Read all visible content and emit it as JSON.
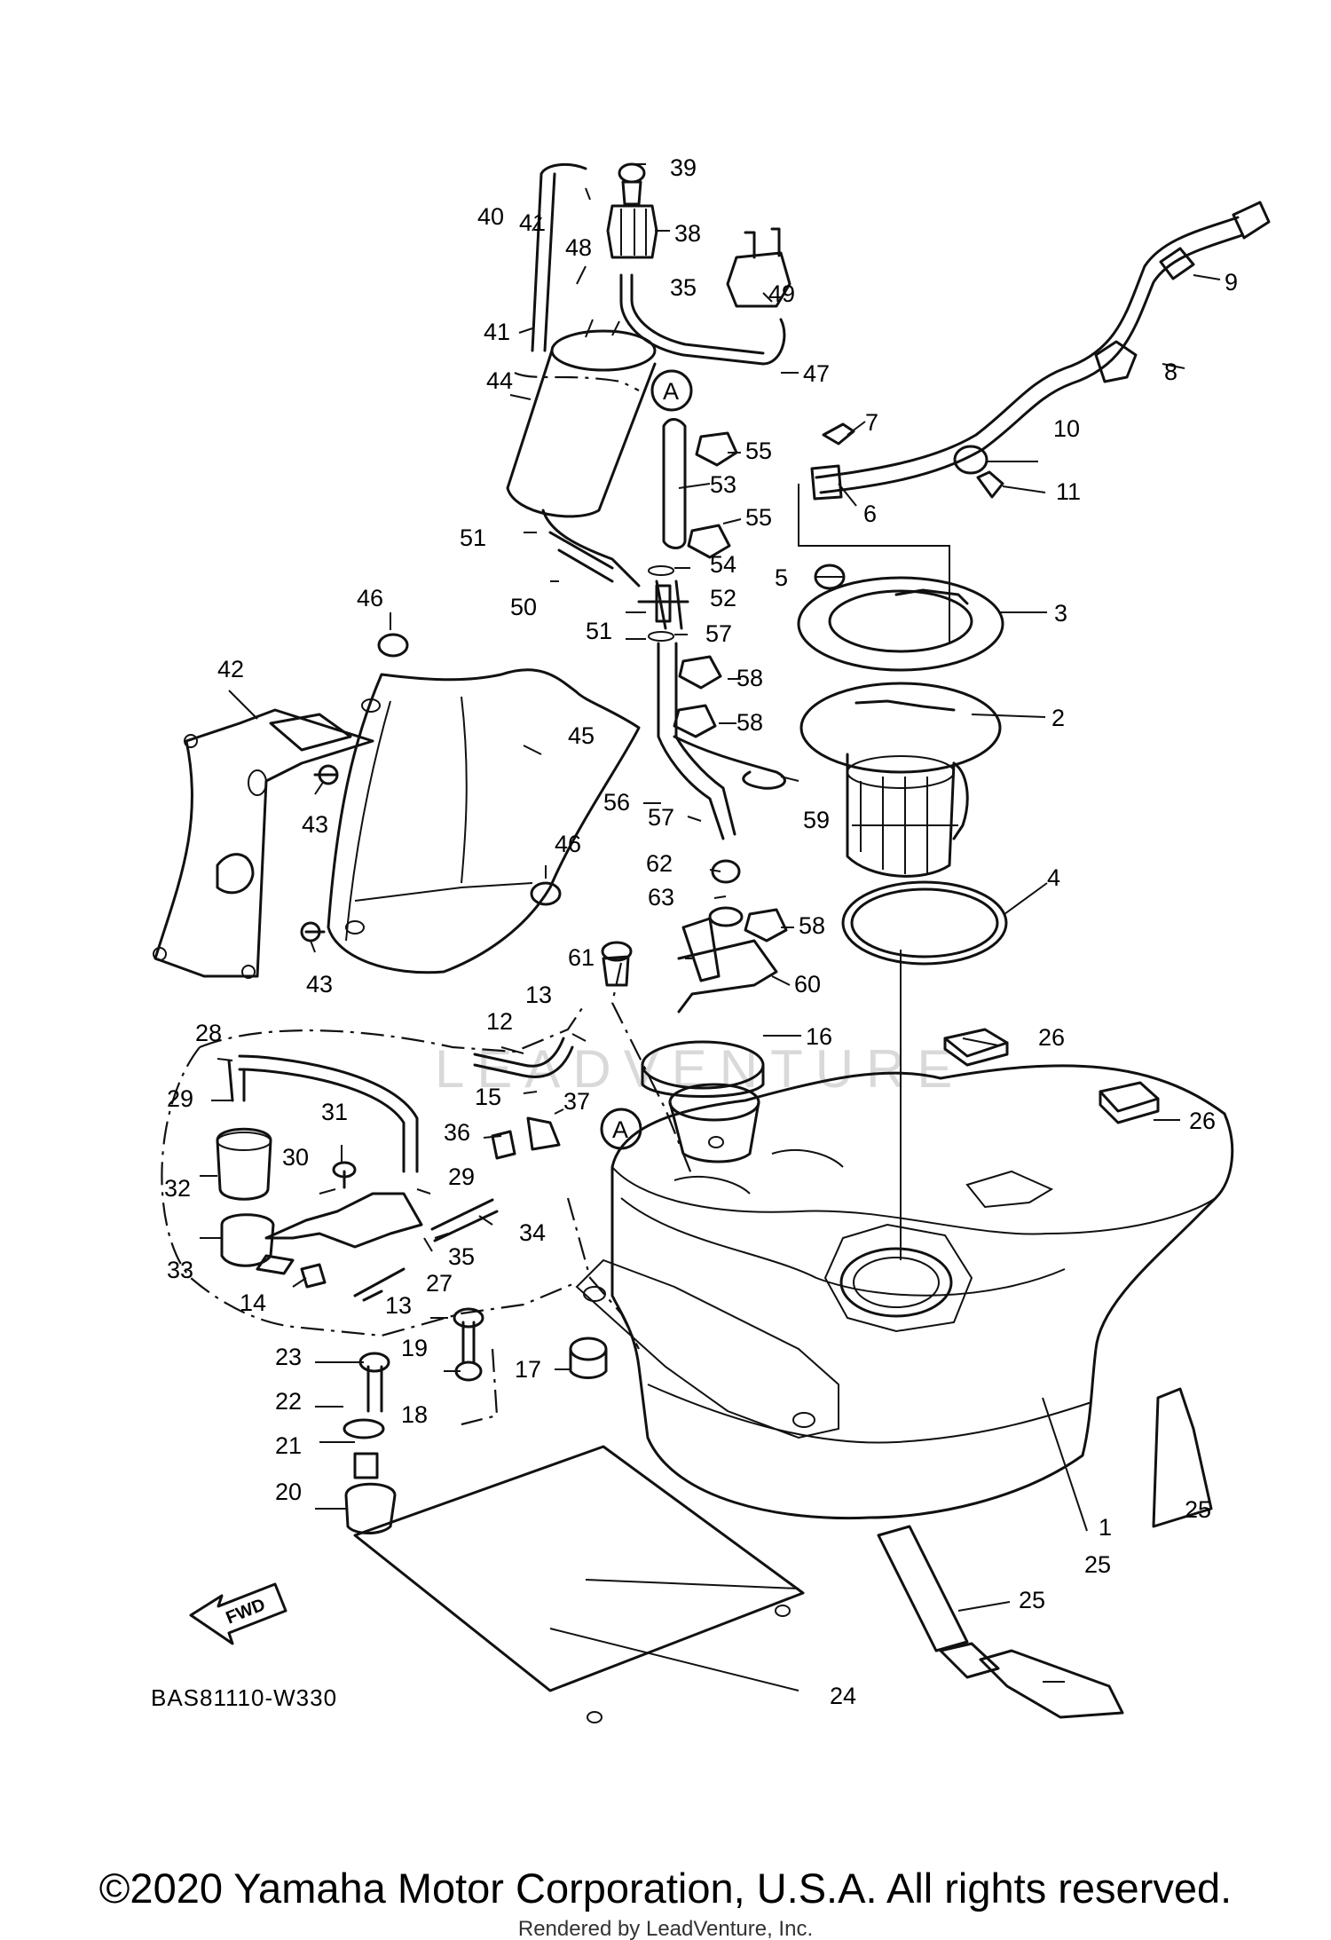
{
  "diagram": {
    "watermark": "LEADVENTURE",
    "code": "BAS81110-W330",
    "fwd_label": "FWD",
    "circle_ref": "A",
    "callouts": [
      {
        "id": "c1",
        "text": "1"
      },
      {
        "id": "c2",
        "text": "2"
      },
      {
        "id": "c3",
        "text": "3"
      },
      {
        "id": "c4",
        "text": "4"
      },
      {
        "id": "c5",
        "text": "5"
      },
      {
        "id": "c6",
        "text": "6"
      },
      {
        "id": "c7",
        "text": "7"
      },
      {
        "id": "c8",
        "text": "8"
      },
      {
        "id": "c9",
        "text": "9"
      },
      {
        "id": "c10",
        "text": "10"
      },
      {
        "id": "c11",
        "text": "11"
      },
      {
        "id": "c12",
        "text": "12"
      },
      {
        "id": "c13a",
        "text": "13"
      },
      {
        "id": "c13b",
        "text": "13"
      },
      {
        "id": "c14",
        "text": "14"
      },
      {
        "id": "c15",
        "text": "15"
      },
      {
        "id": "c16",
        "text": "16"
      },
      {
        "id": "c17",
        "text": "17"
      },
      {
        "id": "c18",
        "text": "18"
      },
      {
        "id": "c19",
        "text": "19"
      },
      {
        "id": "c20",
        "text": "20"
      },
      {
        "id": "c21",
        "text": "21"
      },
      {
        "id": "c22",
        "text": "22"
      },
      {
        "id": "c23",
        "text": "23"
      },
      {
        "id": "c24",
        "text": "24"
      },
      {
        "id": "c25a",
        "text": "25"
      },
      {
        "id": "c25b",
        "text": "25"
      },
      {
        "id": "c25c",
        "text": "25"
      },
      {
        "id": "c26a",
        "text": "26"
      },
      {
        "id": "c26b",
        "text": "26"
      },
      {
        "id": "c27",
        "text": "27"
      },
      {
        "id": "c28",
        "text": "28"
      },
      {
        "id": "c29a",
        "text": "29"
      },
      {
        "id": "c29b",
        "text": "29"
      },
      {
        "id": "c30",
        "text": "30"
      },
      {
        "id": "c31",
        "text": "31"
      },
      {
        "id": "c32",
        "text": "32"
      },
      {
        "id": "c33",
        "text": "33"
      },
      {
        "id": "c34",
        "text": "34"
      },
      {
        "id": "c35a",
        "text": "35"
      },
      {
        "id": "c35b",
        "text": "35"
      },
      {
        "id": "c36",
        "text": "36"
      },
      {
        "id": "c37",
        "text": "37"
      },
      {
        "id": "c38",
        "text": "38"
      },
      {
        "id": "c39",
        "text": "39"
      },
      {
        "id": "c40",
        "text": "40"
      },
      {
        "id": "c41a",
        "text": "41"
      },
      {
        "id": "c41b",
        "text": "41"
      },
      {
        "id": "c42",
        "text": "42"
      },
      {
        "id": "c43a",
        "text": "43"
      },
      {
        "id": "c43b",
        "text": "43"
      },
      {
        "id": "c44",
        "text": "44"
      },
      {
        "id": "c45",
        "text": "45"
      },
      {
        "id": "c46a",
        "text": "46"
      },
      {
        "id": "c46b",
        "text": "46"
      },
      {
        "id": "c47",
        "text": "47"
      },
      {
        "id": "c48",
        "text": "48"
      },
      {
        "id": "c49",
        "text": "49"
      },
      {
        "id": "c50",
        "text": "50"
      },
      {
        "id": "c51a",
        "text": "51"
      },
      {
        "id": "c51b",
        "text": "51"
      },
      {
        "id": "c52",
        "text": "52"
      },
      {
        "id": "c53",
        "text": "53"
      },
      {
        "id": "c54",
        "text": "54"
      },
      {
        "id": "c55a",
        "text": "55"
      },
      {
        "id": "c55b",
        "text": "55"
      },
      {
        "id": "c56",
        "text": "56"
      },
      {
        "id": "c57a",
        "text": "57"
      },
      {
        "id": "c57b",
        "text": "57"
      },
      {
        "id": "c58a",
        "text": "58"
      },
      {
        "id": "c58b",
        "text": "58"
      },
      {
        "id": "c58c",
        "text": "58"
      },
      {
        "id": "c59",
        "text": "59"
      },
      {
        "id": "c60",
        "text": "60"
      },
      {
        "id": "c61",
        "text": "61"
      },
      {
        "id": "c62",
        "text": "62"
      },
      {
        "id": "c63",
        "text": "63"
      }
    ]
  },
  "footer": {
    "copyright": "©2020 Yamaha Motor Corporation, U.S.A. All rights reserved.",
    "rendered_by": "Rendered by LeadVenture, Inc."
  }
}
